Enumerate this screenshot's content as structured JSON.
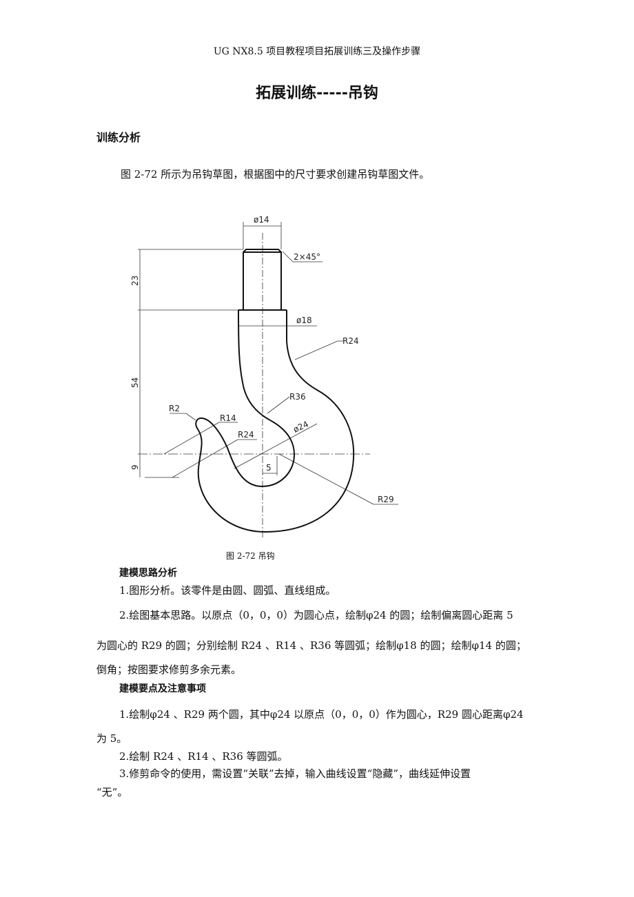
{
  "header": "UG NX8.5 项目教程项目拓展训练三及操作步骤",
  "title": "拓展训练-----吊钩",
  "section": "训练分析",
  "intro": "图 2-72 所示为吊钩草图，根据图中的尺寸要求创建吊钩草图文件。",
  "figure": {
    "caption": "图 2-72  吊钩",
    "labels": {
      "d14": "ø14",
      "chamfer": "2×45°",
      "d18": "ø18",
      "r24a": "R24",
      "r36": "R36",
      "r2": "R2",
      "r14": "R14",
      "r24b": "R24",
      "d24": "ø24",
      "r29": "R29",
      "five": "5",
      "h23": "23",
      "h54": "54",
      "h9": "9"
    }
  },
  "modeling": {
    "heading": "建模思路分析",
    "lines": [
      "1.图形分析。该零件是由圆、圆弧、直线组成。",
      "2.绘图基本思路。以原点（0，0，0）为圆心点，绘制φ24 的圆；绘制偏离圆心距离 5",
      "为圆心的 R29 的圆；分别绘制 R24 、R14 、R36 等圆弧；绘制φ18 的圆；绘制φ14 的圆；",
      "倒角；按图要求修剪多余元素。"
    ]
  },
  "notes": {
    "heading": "建模要点及注意事项",
    "lines": [
      "1.绘制φ24 、R29 两个圆，其中φ24 以原点（0，0，0）作为圆心，R29 圆心距离φ24",
      "为 5。",
      "2.绘制 R24 、R14 、R36 等圆弧。",
      "3.修剪命令的使用，需设置“关联”去掉，输入曲线设置“隐藏”，曲线延伸设置",
      "“无”。"
    ]
  }
}
